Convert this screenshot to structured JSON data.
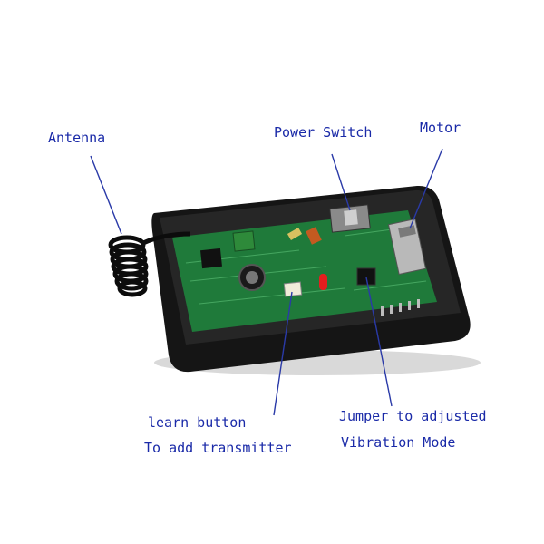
{
  "labels": {
    "antenna": "Antenna",
    "power_switch": "Power Switch",
    "motor": "Motor",
    "learn_line1": "learn button",
    "learn_line2": "To add transmitter",
    "jumper_line1": "Jumper to adjusted",
    "jumper_line2": "Vibration Mode"
  },
  "colors": {
    "label_text": "#1a2aa8",
    "leader_line": "#2a3aa8",
    "case": "#141414",
    "pcb": "#1f7a3a",
    "background": "#ffffff"
  }
}
